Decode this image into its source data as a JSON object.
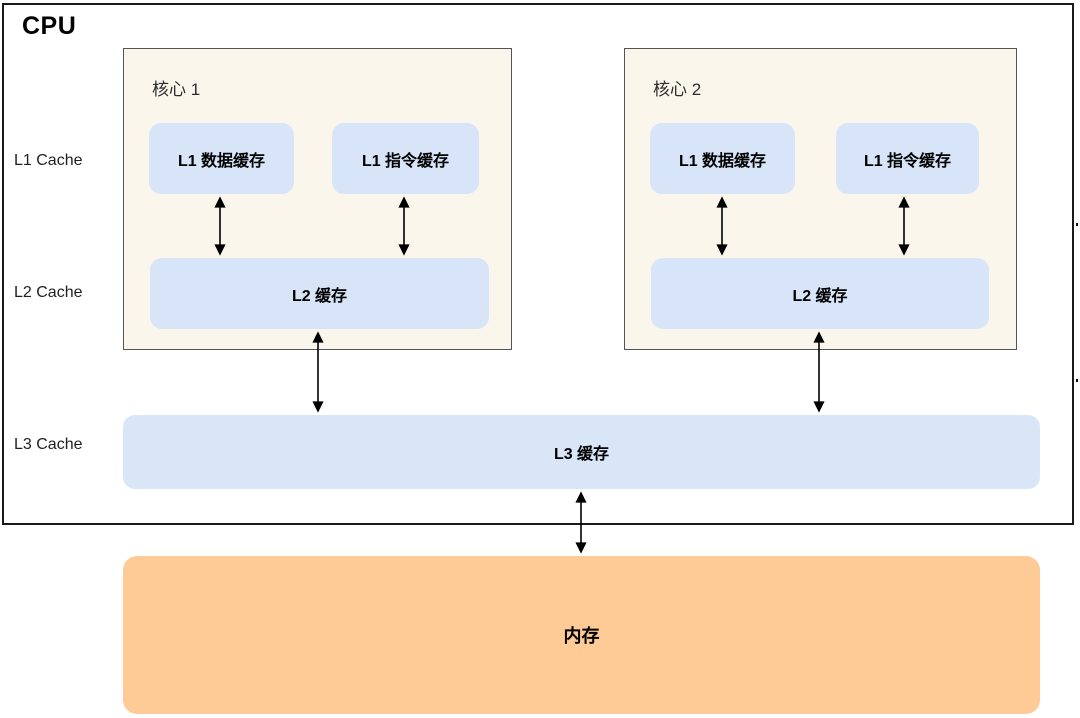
{
  "diagram": {
    "title": "CPU",
    "row_labels": {
      "l1": "L1 Cache",
      "l2": "L2 Cache",
      "l3": "L3 Cache"
    },
    "cores": [
      {
        "title": "核心 1",
        "l1_data": "L1 数据缓存",
        "l1_instr": "L1 指令缓存",
        "l2": "L2 缓存"
      },
      {
        "title": "核心 2",
        "l1_data": "L1 数据缓存",
        "l1_instr": "L1 指令缓存",
        "l2": "L2 缓存"
      }
    ],
    "l3_label": "L3 缓存",
    "memory_label": "内存",
    "colors": {
      "core_fill": "#faf6ec",
      "cache_fill": "#d8e5f8",
      "memory_fill": "#fecb97",
      "border": "#1a1a1a"
    }
  }
}
